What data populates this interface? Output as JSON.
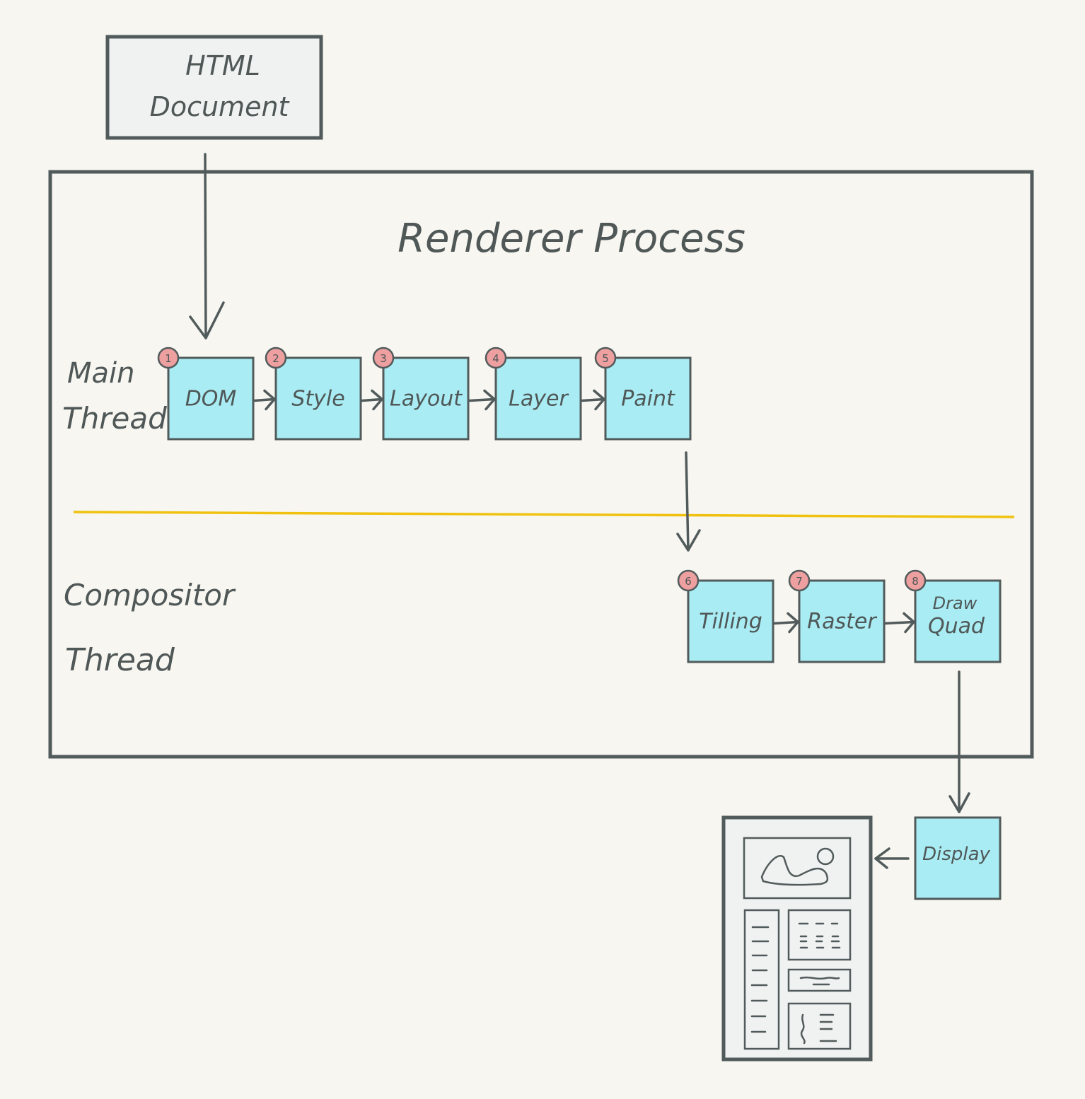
{
  "source": {
    "line1": "HTML",
    "line2": "Document"
  },
  "process": {
    "title": "Renderer Process"
  },
  "threads": {
    "main": {
      "line1": "Main",
      "line2": "Thread"
    },
    "compositor": {
      "line1": "Compositor",
      "line2": "Thread"
    }
  },
  "colors": {
    "stage_fill": "#a9ecf3",
    "badge_fill": "#ee9fa0",
    "divider": "#f0c20f",
    "stroke": "#525b5b",
    "background": "#f7f6f1"
  },
  "main_stages": [
    {
      "step": "1",
      "label": "DOM"
    },
    {
      "step": "2",
      "label": "Style"
    },
    {
      "step": "3",
      "label": "Layout"
    },
    {
      "step": "4",
      "label": "Layer"
    },
    {
      "step": "5",
      "label": "Paint"
    }
  ],
  "compositor_stages": [
    {
      "step": "6",
      "label": "Tilling"
    },
    {
      "step": "7",
      "label": "Raster"
    },
    {
      "step": "8",
      "label_line1": "Draw",
      "label_line2": "Quad"
    }
  ],
  "display": {
    "label": "Display"
  },
  "screen": {
    "name": "rendered-page-illustration"
  }
}
